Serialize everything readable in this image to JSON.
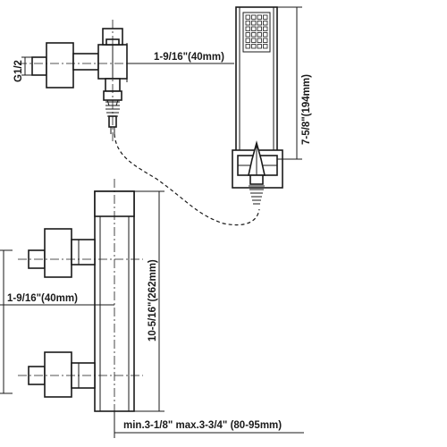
{
  "dimensions": {
    "thread_label": "G1/2",
    "valve_offset": "1-9/16\"(40mm)",
    "handshower_length": "7-5/8\"(194mm)",
    "mixer_offset": "1-9/16\"(40mm)",
    "mixer_height": "10-5/16\"(262mm)",
    "inlet_spacing": "min.3-1/8\" max.3-3/4\" (80-95mm)"
  }
}
